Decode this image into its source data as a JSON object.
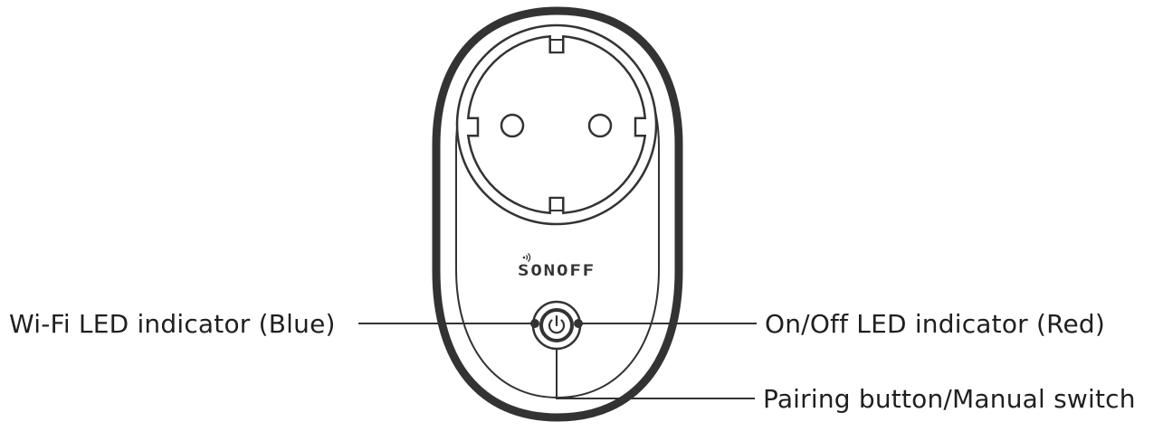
{
  "labels": {
    "wifi_led": "Wi-Fi LED indicator (Blue)",
    "onoff_led": "On/Off LED indicator (Red)",
    "pairing": "Pairing button/Manual switch"
  },
  "device": {
    "brand": "SONOFF"
  },
  "colors": {
    "outline": "#333333",
    "text": "#1f1f1f",
    "background": "#ffffff"
  },
  "icons": {
    "power": "power-icon",
    "wifi": "wifi-signal-icon"
  }
}
